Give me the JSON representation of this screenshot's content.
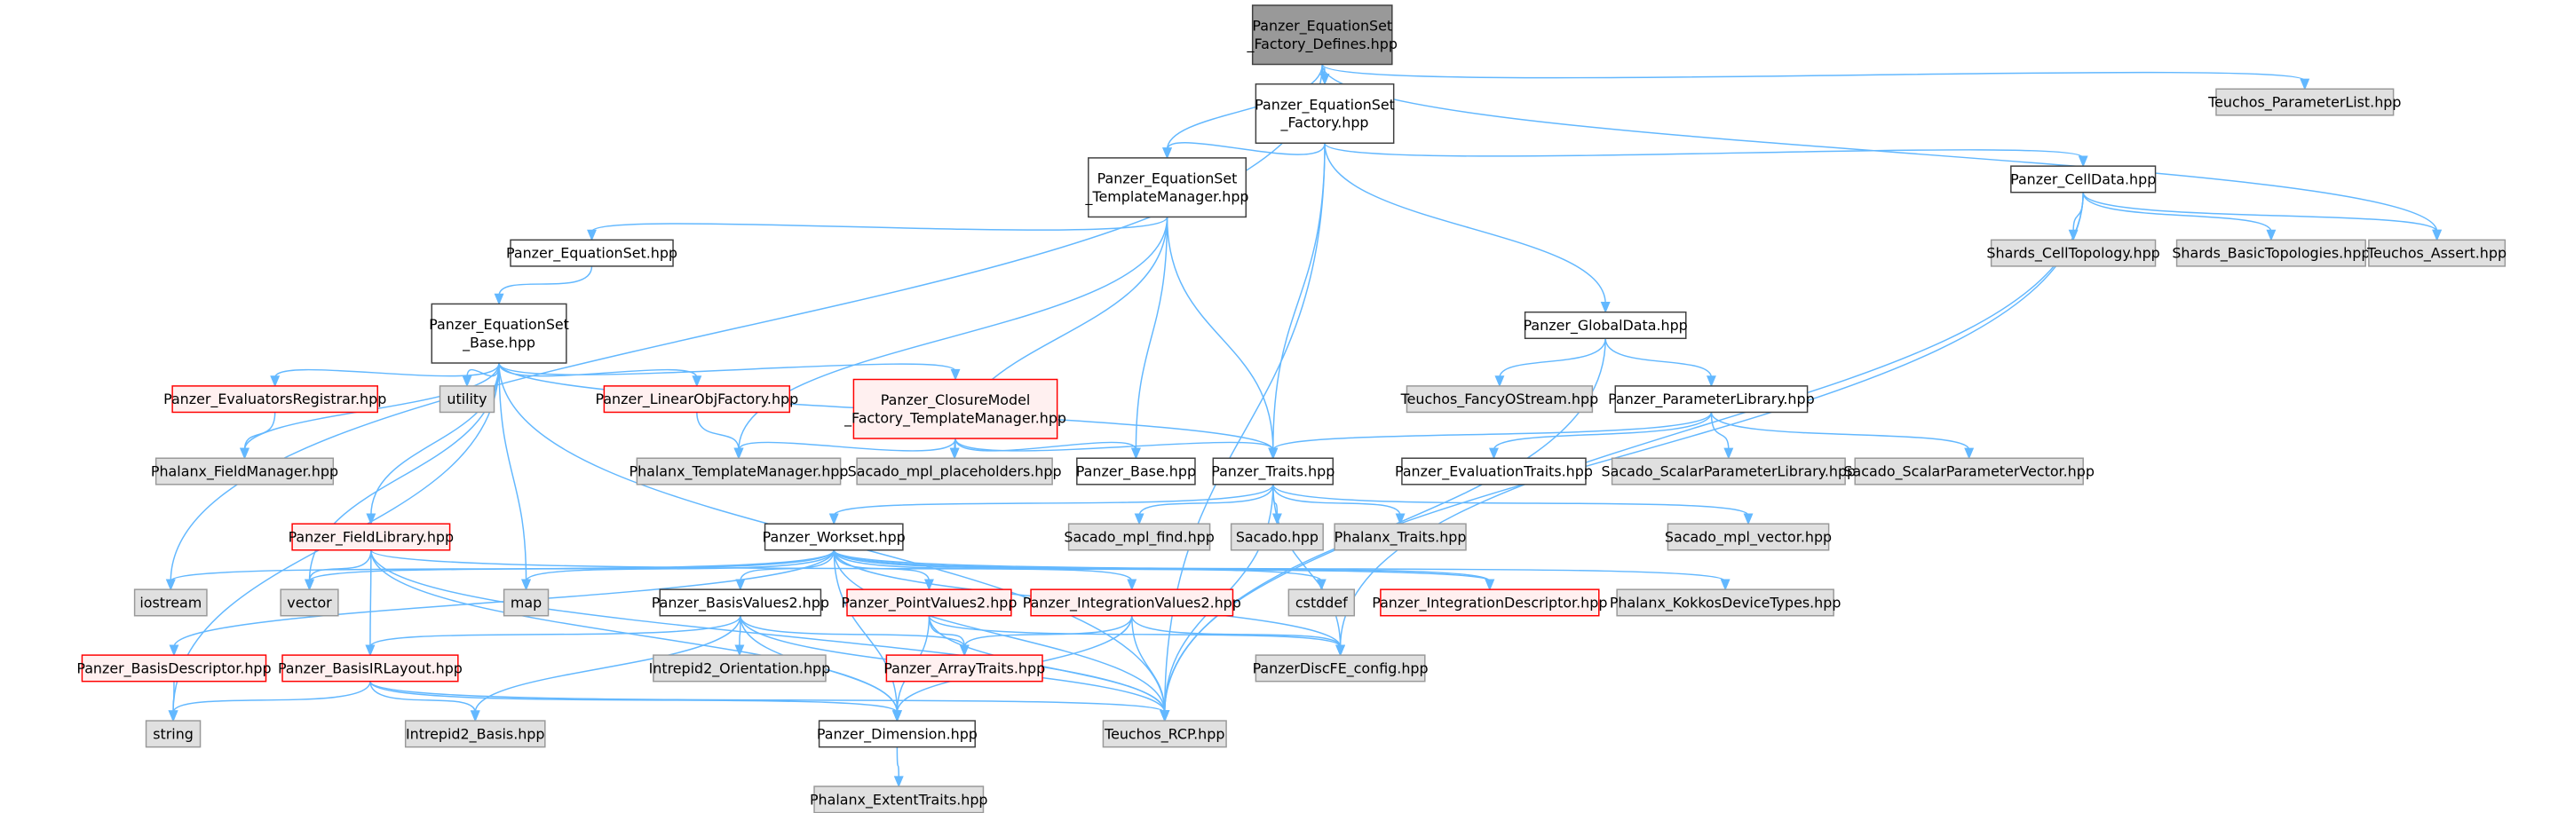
{
  "colors": {
    "edge": "#63b8ff",
    "root_fill": "#999999",
    "gray_fill": "#e0e0e0",
    "white_fill": "#ffffff",
    "red_border": "#ff0000",
    "red_fill": "#fff0f0"
  },
  "nodes": [
    {
      "id": "root",
      "lines": [
        "Panzer_EquationSet",
        "_Factory_Defines.hpp"
      ],
      "kind": "root"
    },
    {
      "id": "factory",
      "lines": [
        "Panzer_EquationSet",
        "_Factory.hpp"
      ],
      "kind": "white"
    },
    {
      "id": "paramlist",
      "lines": [
        "Teuchos_ParameterList.hpp"
      ],
      "kind": "gray"
    },
    {
      "id": "tmplmgr",
      "lines": [
        "Panzer_EquationSet",
        "_TemplateManager.hpp"
      ],
      "kind": "white"
    },
    {
      "id": "celldata",
      "lines": [
        "Panzer_CellData.hpp"
      ],
      "kind": "white"
    },
    {
      "id": "eqset",
      "lines": [
        "Panzer_EquationSet.hpp"
      ],
      "kind": "white"
    },
    {
      "id": "celltopo",
      "lines": [
        "Shards_CellTopology.hpp"
      ],
      "kind": "gray"
    },
    {
      "id": "basictopo",
      "lines": [
        "Shards_BasicTopologies.hpp"
      ],
      "kind": "gray"
    },
    {
      "id": "assert",
      "lines": [
        "Teuchos_Assert.hpp"
      ],
      "kind": "gray"
    },
    {
      "id": "globaldata",
      "lines": [
        "Panzer_GlobalData.hpp"
      ],
      "kind": "white"
    },
    {
      "id": "eqbase",
      "lines": [
        "Panzer_EquationSet",
        "_Base.hpp"
      ],
      "kind": "white"
    },
    {
      "id": "fancy",
      "lines": [
        "Teuchos_FancyOStream.hpp"
      ],
      "kind": "gray"
    },
    {
      "id": "paramlib",
      "lines": [
        "Panzer_ParameterLibrary.hpp"
      ],
      "kind": "white"
    },
    {
      "id": "evalreg",
      "lines": [
        "Panzer_EvaluatorsRegistrar.hpp"
      ],
      "kind": "red"
    },
    {
      "id": "utility",
      "lines": [
        "utility"
      ],
      "kind": "gray"
    },
    {
      "id": "linobj",
      "lines": [
        "Panzer_LinearObjFactory.hpp"
      ],
      "kind": "red"
    },
    {
      "id": "closure",
      "lines": [
        "Panzer_ClosureModel",
        "_Factory_TemplateManager.hpp"
      ],
      "kind": "red"
    },
    {
      "id": "phxfm",
      "lines": [
        "Phalanx_FieldManager.hpp"
      ],
      "kind": "gray"
    },
    {
      "id": "phxtm",
      "lines": [
        "Phalanx_TemplateManager.hpp"
      ],
      "kind": "gray"
    },
    {
      "id": "placeholders",
      "lines": [
        "Sacado_mpl_placeholders.hpp"
      ],
      "kind": "gray"
    },
    {
      "id": "pbase",
      "lines": [
        "Panzer_Base.hpp"
      ],
      "kind": "white"
    },
    {
      "id": "ptraits",
      "lines": [
        "Panzer_Traits.hpp"
      ],
      "kind": "white"
    },
    {
      "id": "evaltraits",
      "lines": [
        "Panzer_EvaluationTraits.hpp"
      ],
      "kind": "white"
    },
    {
      "id": "spl",
      "lines": [
        "Sacado_ScalarParameterLibrary.hpp"
      ],
      "kind": "gray"
    },
    {
      "id": "spv",
      "lines": [
        "Sacado_ScalarParameterVector.hpp"
      ],
      "kind": "gray"
    },
    {
      "id": "fieldlib",
      "lines": [
        "Panzer_FieldLibrary.hpp"
      ],
      "kind": "red"
    },
    {
      "id": "workset",
      "lines": [
        "Panzer_Workset.hpp"
      ],
      "kind": "white"
    },
    {
      "id": "mplfind",
      "lines": [
        "Sacado_mpl_find.hpp"
      ],
      "kind": "gray"
    },
    {
      "id": "sacado",
      "lines": [
        "Sacado.hpp"
      ],
      "kind": "gray"
    },
    {
      "id": "phxtraits",
      "lines": [
        "Phalanx_Traits.hpp"
      ],
      "kind": "gray"
    },
    {
      "id": "mplvector",
      "lines": [
        "Sacado_mpl_vector.hpp"
      ],
      "kind": "gray"
    },
    {
      "id": "iostream",
      "lines": [
        "iostream"
      ],
      "kind": "gray"
    },
    {
      "id": "vector",
      "lines": [
        "vector"
      ],
      "kind": "gray"
    },
    {
      "id": "map",
      "lines": [
        "map"
      ],
      "kind": "gray"
    },
    {
      "id": "basisv2",
      "lines": [
        "Panzer_BasisValues2.hpp"
      ],
      "kind": "white"
    },
    {
      "id": "pointv2",
      "lines": [
        "Panzer_PointValues2.hpp"
      ],
      "kind": "red"
    },
    {
      "id": "intv2",
      "lines": [
        "Panzer_IntegrationValues2.hpp"
      ],
      "kind": "red"
    },
    {
      "id": "cstddef",
      "lines": [
        "cstddef"
      ],
      "kind": "gray"
    },
    {
      "id": "intdesc",
      "lines": [
        "Panzer_IntegrationDescriptor.hpp"
      ],
      "kind": "red"
    },
    {
      "id": "kokkos",
      "lines": [
        "Phalanx_KokkosDeviceTypes.hpp"
      ],
      "kind": "gray"
    },
    {
      "id": "basisdesc",
      "lines": [
        "Panzer_BasisDescriptor.hpp"
      ],
      "kind": "red"
    },
    {
      "id": "basisir",
      "lines": [
        "Panzer_BasisIRLayout.hpp"
      ],
      "kind": "red"
    },
    {
      "id": "orient",
      "lines": [
        "Intrepid2_Orientation.hpp"
      ],
      "kind": "gray"
    },
    {
      "id": "arraytraits",
      "lines": [
        "Panzer_ArrayTraits.hpp"
      ],
      "kind": "red"
    },
    {
      "id": "discfe",
      "lines": [
        "PanzerDiscFE_config.hpp"
      ],
      "kind": "gray"
    },
    {
      "id": "string",
      "lines": [
        "string"
      ],
      "kind": "gray"
    },
    {
      "id": "ibasis",
      "lines": [
        "Intrepid2_Basis.hpp"
      ],
      "kind": "gray"
    },
    {
      "id": "dimension",
      "lines": [
        "Panzer_Dimension.hpp"
      ],
      "kind": "white"
    },
    {
      "id": "rcp",
      "lines": [
        "Teuchos_RCP.hpp"
      ],
      "kind": "gray"
    },
    {
      "id": "extent",
      "lines": [
        "Phalanx_ExtentTraits.hpp"
      ],
      "kind": "gray"
    }
  ],
  "edges": [
    [
      "root",
      "factory"
    ],
    [
      "root",
      "tmplmgr"
    ],
    [
      "root",
      "paramlist"
    ],
    [
      "root",
      "assert"
    ],
    [
      "root",
      "iostream"
    ],
    [
      "factory",
      "tmplmgr"
    ],
    [
      "factory",
      "celldata"
    ],
    [
      "factory",
      "globaldata"
    ],
    [
      "factory",
      "ptraits"
    ],
    [
      "factory",
      "rcp"
    ],
    [
      "tmplmgr",
      "eqset"
    ],
    [
      "tmplmgr",
      "phxtm"
    ],
    [
      "tmplmgr",
      "placeholders"
    ],
    [
      "tmplmgr",
      "pbase"
    ],
    [
      "tmplmgr",
      "ptraits"
    ],
    [
      "celldata",
      "celltopo"
    ],
    [
      "celldata",
      "basictopo"
    ],
    [
      "celldata",
      "assert"
    ],
    [
      "celldata",
      "rcp"
    ],
    [
      "celldata",
      "discfe"
    ],
    [
      "eqset",
      "eqbase"
    ],
    [
      "globaldata",
      "fancy"
    ],
    [
      "globaldata",
      "paramlib"
    ],
    [
      "globaldata",
      "rcp"
    ],
    [
      "paramlib",
      "ptraits"
    ],
    [
      "paramlib",
      "evaltraits"
    ],
    [
      "paramlib",
      "spl"
    ],
    [
      "paramlib",
      "spv"
    ],
    [
      "eqbase",
      "evalreg"
    ],
    [
      "eqbase",
      "utility"
    ],
    [
      "eqbase",
      "linobj"
    ],
    [
      "eqbase",
      "closure"
    ],
    [
      "eqbase",
      "ptraits"
    ],
    [
      "eqbase",
      "phxfm"
    ],
    [
      "eqbase",
      "fieldlib"
    ],
    [
      "eqbase",
      "vector"
    ],
    [
      "eqbase",
      "map"
    ],
    [
      "eqbase",
      "string"
    ],
    [
      "eqbase",
      "rcp"
    ],
    [
      "evalreg",
      "phxfm"
    ],
    [
      "linobj",
      "phxtm"
    ],
    [
      "closure",
      "phxtm"
    ],
    [
      "closure",
      "placeholders"
    ],
    [
      "closure",
      "pbase"
    ],
    [
      "closure",
      "ptraits"
    ],
    [
      "ptraits",
      "workset"
    ],
    [
      "ptraits",
      "mplfind"
    ],
    [
      "ptraits",
      "sacado"
    ],
    [
      "ptraits",
      "phxtraits"
    ],
    [
      "ptraits",
      "mplvector"
    ],
    [
      "ptraits",
      "discfe"
    ],
    [
      "ptraits",
      "rcp"
    ],
    [
      "fieldlib",
      "vector"
    ],
    [
      "fieldlib",
      "basisir"
    ],
    [
      "fieldlib",
      "rcp"
    ],
    [
      "fieldlib",
      "intdesc"
    ],
    [
      "fieldlib",
      "dimension"
    ],
    [
      "workset",
      "iostream"
    ],
    [
      "workset",
      "vector"
    ],
    [
      "workset",
      "map"
    ],
    [
      "workset",
      "basisv2"
    ],
    [
      "workset",
      "pointv2"
    ],
    [
      "workset",
      "intv2"
    ],
    [
      "workset",
      "cstddef"
    ],
    [
      "workset",
      "intdesc"
    ],
    [
      "workset",
      "kokkos"
    ],
    [
      "workset",
      "discfe"
    ],
    [
      "workset",
      "basisdesc"
    ],
    [
      "workset",
      "dimension"
    ],
    [
      "workset",
      "rcp"
    ],
    [
      "basisv2",
      "basisir"
    ],
    [
      "basisv2",
      "orient"
    ],
    [
      "basisv2",
      "arraytraits"
    ],
    [
      "basisv2",
      "ibasis"
    ],
    [
      "basisv2",
      "rcp"
    ],
    [
      "basisv2",
      "dimension"
    ],
    [
      "pointv2",
      "arraytraits"
    ],
    [
      "pointv2",
      "discfe"
    ],
    [
      "pointv2",
      "rcp"
    ],
    [
      "pointv2",
      "dimension"
    ],
    [
      "intv2",
      "arraytraits"
    ],
    [
      "intv2",
      "discfe"
    ],
    [
      "intv2",
      "rcp"
    ],
    [
      "intv2",
      "dimension"
    ],
    [
      "basisdesc",
      "string"
    ],
    [
      "basisir",
      "string"
    ],
    [
      "basisir",
      "ibasis"
    ],
    [
      "basisir",
      "dimension"
    ],
    [
      "basisir",
      "rcp"
    ],
    [
      "dimension",
      "extent"
    ]
  ]
}
